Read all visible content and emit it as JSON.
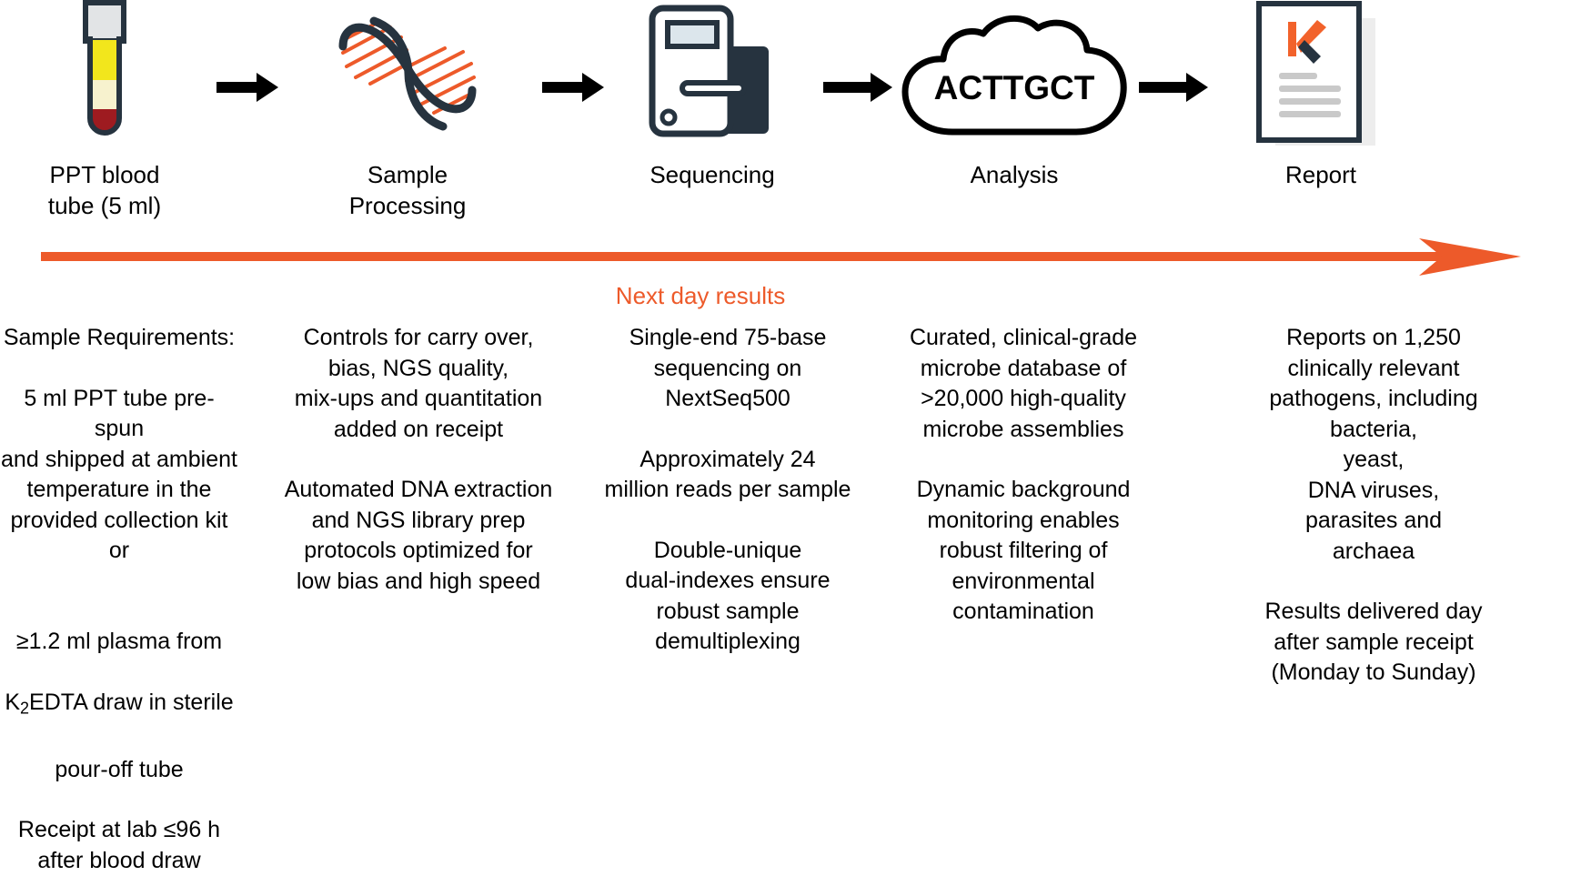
{
  "colors": {
    "orange": "#ED5A2A",
    "navy": "#26333F",
    "tube_cap": "#E2E4E6",
    "tube_plasma_top": "#F2E61C",
    "tube_gel": "#F7F2CE",
    "tube_blood": "#9E1B20",
    "screen_blue": "#DCE6EC",
    "report_line": "#C9C9C9",
    "black": "#000000"
  },
  "flow": {
    "steps": [
      {
        "id": "ppt-blood-tube",
        "icon": "blood-tube-icon",
        "label": "PPT blood\ntube (5 ml)"
      },
      {
        "id": "sample-processing",
        "icon": "dna-helix-icon",
        "label": "Sample\nProcessing"
      },
      {
        "id": "sequencing",
        "icon": "sequencer-icon",
        "label": "Sequencing"
      },
      {
        "id": "analysis",
        "icon": "cloud-icon",
        "label": "Analysis"
      },
      {
        "id": "report",
        "icon": "report-document-icon",
        "label": "Report"
      }
    ],
    "arrows": [
      "arrow-right-icon",
      "arrow-right-icon",
      "arrow-right-icon",
      "arrow-right-icon"
    ],
    "cloud_text": "ACTTGCT",
    "report_logo_letter": "K"
  },
  "timeline": {
    "icon": "timeline-arrow-icon",
    "caption": "Next day results"
  },
  "details": {
    "columns": [
      {
        "id": "sample-requirements",
        "paragraphs": [
          "Sample Requirements:",
          "5 ml PPT tube pre-spun\nand shipped at ambient\ntemperature in the\nprovided collection kit\nor",
          "K2EDTA-LINE",
          "Receipt at lab ≤96 h\nafter blood draw"
        ],
        "plasma_line": "≥1.2 ml plasma from",
        "k2edta_pre": "K",
        "k2edta_sub": "2",
        "k2edta_post": "EDTA draw in sterile",
        "pouroff_line": "pour-off tube"
      },
      {
        "id": "sample-processing-details",
        "paragraphs": [
          "Controls for carry over,\nbias, NGS quality,\nmix-ups and quantitation\nadded on receipt",
          "Automated DNA extraction\nand NGS library prep\nprotocols optimized for\nlow bias and high speed"
        ]
      },
      {
        "id": "sequencing-details",
        "paragraphs": [
          "Single-end 75-base\nsequencing on\nNextSeq500",
          "Approximately 24\nmillion reads per sample",
          "Double-unique\ndual-indexes ensure\nrobust sample\ndemultiplexing"
        ]
      },
      {
        "id": "analysis-details",
        "paragraphs": [
          "Curated, clinical-grade\nmicrobe database of\n>20,000 high-quality\nmicrobe assemblies",
          "Dynamic background\nmonitoring enables\nrobust filtering of\nenvironmental\ncontamination"
        ]
      },
      {
        "id": "report-details",
        "paragraphs": [
          "Reports on 1,250\nclinically relevant\npathogens, including\nbacteria,\nyeast,\nDNA viruses,\nparasites and\narchaea",
          "Results delivered day\nafter sample receipt\n(Monday to Sunday)"
        ]
      }
    ]
  }
}
